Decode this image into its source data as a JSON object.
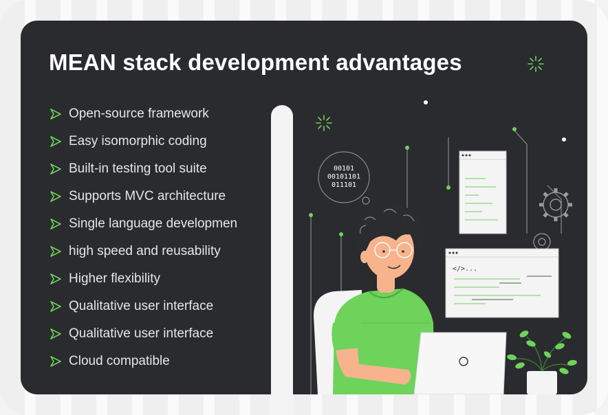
{
  "title": "MEAN stack development advantages",
  "features": [
    "Open-source framework",
    "Easy isomorphic coding",
    "Built-in testing tool suite",
    "Supports MVC architecture",
    "Single language developmen",
    "high speed and reusability",
    "Higher flexibility",
    "Qualitative user interface",
    "Qualitative user interface",
    "Cloud compatible"
  ],
  "illustration": {
    "binary_lines": [
      "00101",
      "00101101",
      "011101"
    ],
    "code_tag": "</>..."
  },
  "colors": {
    "panel": "#2a2b2f",
    "accent": "#6dd35a",
    "text": "#e6e6e6"
  },
  "icons": {
    "bullet": "arrow-right-outline-icon",
    "sparkle": "sparkle-icon",
    "gear": "gear-icon"
  }
}
